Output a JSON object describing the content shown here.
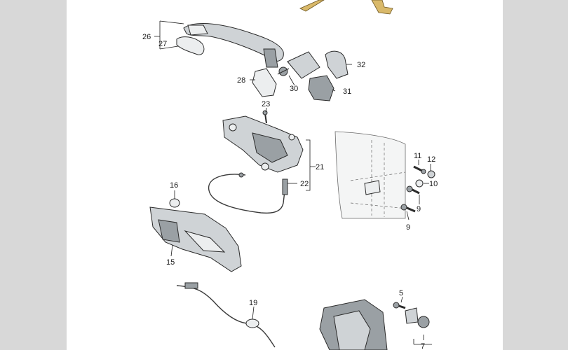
{
  "labels": {
    "p5": "5",
    "p7": "7",
    "p9a": "9",
    "p9b": "9",
    "p10": "10",
    "p11": "11",
    "p12": "12",
    "p15": "15",
    "p16": "16",
    "p19": "19",
    "p21": "21",
    "p22": "22",
    "p23": "23",
    "p26": "26",
    "p27": "27",
    "p28": "28",
    "p30": "30",
    "p31": "31",
    "p32": "32"
  },
  "colors": {
    "background": "#d8d8d8",
    "sheet": "#ffffff",
    "part_fill": "#cfd3d6",
    "key_gold": "#d9b96a",
    "line": "#1a1a1a"
  }
}
